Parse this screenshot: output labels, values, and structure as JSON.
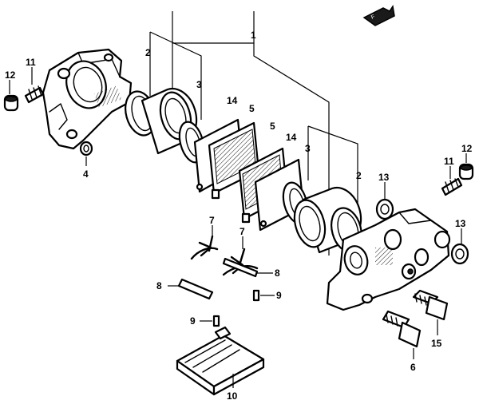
{
  "callouts": {
    "c1": "1",
    "c2a": "2",
    "c2b": "2",
    "c3a": "3",
    "c3b": "3",
    "c4": "4",
    "c5a": "5",
    "c5b": "5",
    "c6": "6",
    "c7a": "7",
    "c7b": "7",
    "c8a": "8",
    "c8b": "8",
    "c9a": "9",
    "c9b": "9",
    "c10": "10",
    "c11a": "11",
    "c11b": "11",
    "c12a": "12",
    "c12b": "12",
    "c13a": "13",
    "c13b": "13",
    "c14a": "14",
    "c14b": "14",
    "c15": "15"
  },
  "icons": {
    "front_marker": "front-arrow-icon"
  }
}
